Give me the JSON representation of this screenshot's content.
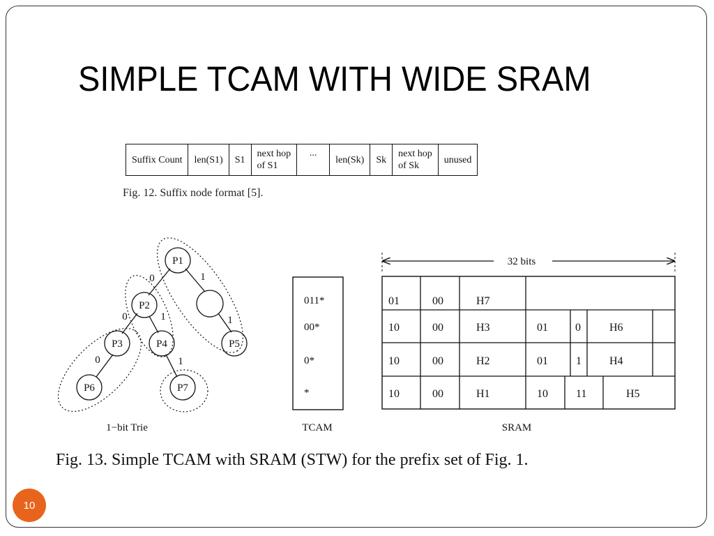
{
  "slide": {
    "title": "SIMPLE TCAM WITH WIDE SRAM",
    "page_number": "10"
  },
  "fig12": {
    "cells": [
      "Suffix  Count",
      "len(S1)",
      "S1",
      [
        "next hop",
        "of  S1"
      ],
      "...",
      "len(Sk)",
      "Sk",
      [
        "next hop",
        "of  Sk"
      ],
      "unused"
    ],
    "caption": "Fig. 12.   Suffix node format [5]."
  },
  "trie": {
    "nodes": [
      "P1",
      "P2",
      "",
      "P3",
      "P4",
      "P5",
      "P6",
      "P7"
    ],
    "edge_labels": [
      "0",
      "1",
      "0",
      "1",
      "1",
      "0",
      "1"
    ],
    "label": "1−bit Trie"
  },
  "tcam": {
    "entries": [
      "011*",
      "00*",
      "0*",
      "*"
    ],
    "label": "TCAM"
  },
  "sram": {
    "width_label": "32 bits",
    "rows": [
      [
        "01",
        "00",
        "H7"
      ],
      [
        "10",
        "00",
        "H3",
        "01",
        "0",
        "H6"
      ],
      [
        "10",
        "00",
        "H2",
        "01",
        "1",
        "H4"
      ],
      [
        "10",
        "00",
        "H1",
        "10",
        "11",
        "H5"
      ]
    ],
    "label": "SRAM"
  },
  "fig13": {
    "caption": "Fig. 13.   Simple TCAM with SRAM (STW) for the prefix set of Fig. 1."
  }
}
